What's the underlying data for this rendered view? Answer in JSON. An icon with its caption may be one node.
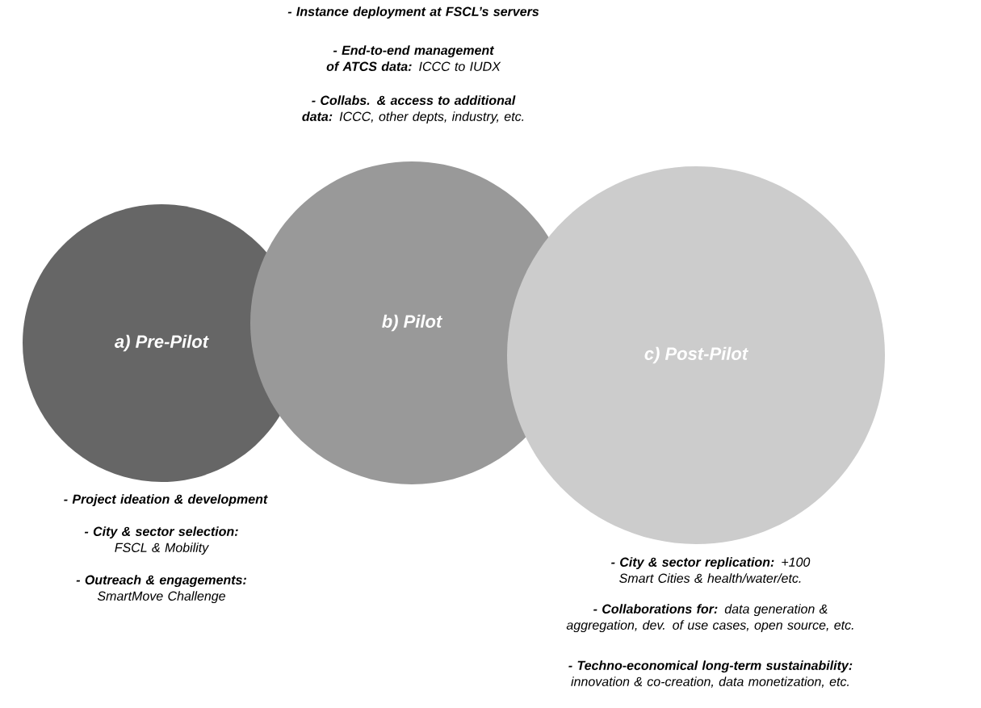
{
  "diagram": {
    "nodes": [
      {
        "text": [
          "a) Pre-Pilot"
        ],
        "beside": [
          "**- Project ideation & development**",
          "**- City & sector selection:** FSCL & Mobility",
          "**- Outreach & engagements:** SmartMove Challenge"
        ]
      },
      {
        "text": [
          "b) Pilot"
        ],
        "beside": [
          "**- Instance deployment at FSCL’s servers**",
          "**- End-to-end management of ATCS data:** ICCC to IUDX",
          "**- Collabs. & access to additional data:** ICCC, other depts,  industry, etc."
        ]
      },
      {
        "text": [
          "c) Post-Pilot"
        ],
        "beside": [
          "**- City & sector replication:** +100 Smart Cities & health/water/etc.",
          "**- Collaborations for:** data generation & aggregation, dev. of use cases, open source, etc.",
          "**- Techno-economical long-term sustainability:** innovation & co-creation, data monetization, etc."
        ]
      }
    ]
  }
}
